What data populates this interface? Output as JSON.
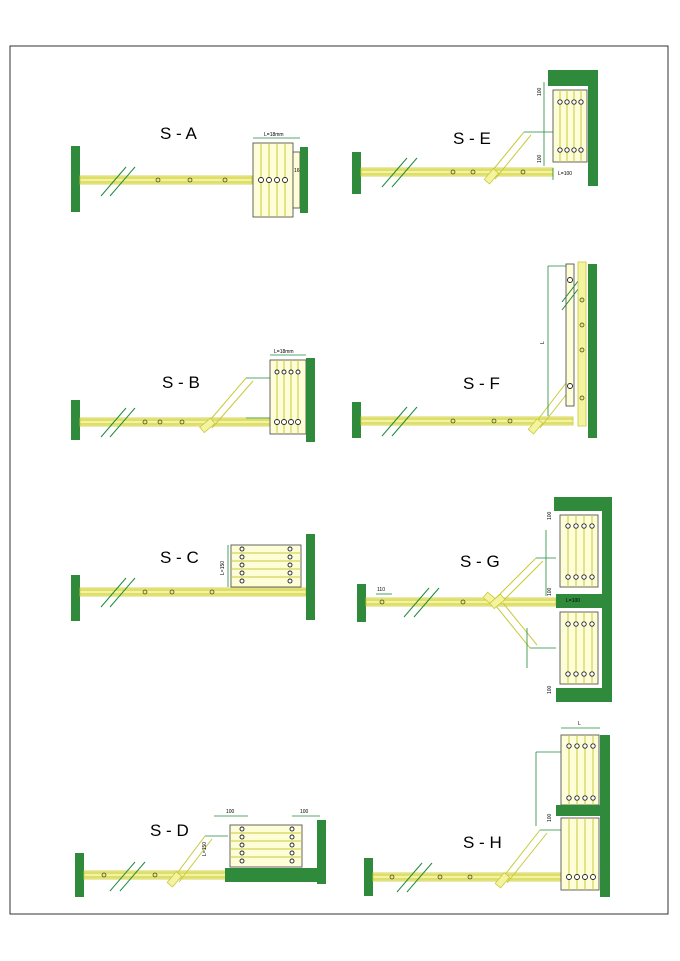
{
  "sections": [
    {
      "id": "a",
      "title": "S - A",
      "dims": [
        "L=18mm",
        "16"
      ]
    },
    {
      "id": "b",
      "title": "S - B",
      "dims": [
        "L=18mm"
      ]
    },
    {
      "id": "c",
      "title": "S - C",
      "dims": [
        "L=150"
      ]
    },
    {
      "id": "d",
      "title": "S - D",
      "dims": [
        "100",
        "100",
        "L=150"
      ]
    },
    {
      "id": "e",
      "title": "S - E",
      "dims": [
        "100",
        "100",
        "L=100"
      ]
    },
    {
      "id": "f",
      "title": "S - F",
      "dims": [
        "L"
      ]
    },
    {
      "id": "g",
      "title": "S - G",
      "dims": [
        "100",
        "110",
        "100",
        "L=100",
        "100"
      ]
    },
    {
      "id": "h",
      "title": "S - H",
      "dims": [
        "L",
        "100"
      ]
    }
  ],
  "colors": {
    "wall": "#2f8a3c",
    "rail": "#c9c93a",
    "railfill": "#f4f4a0",
    "line": "#1f8a3a"
  }
}
